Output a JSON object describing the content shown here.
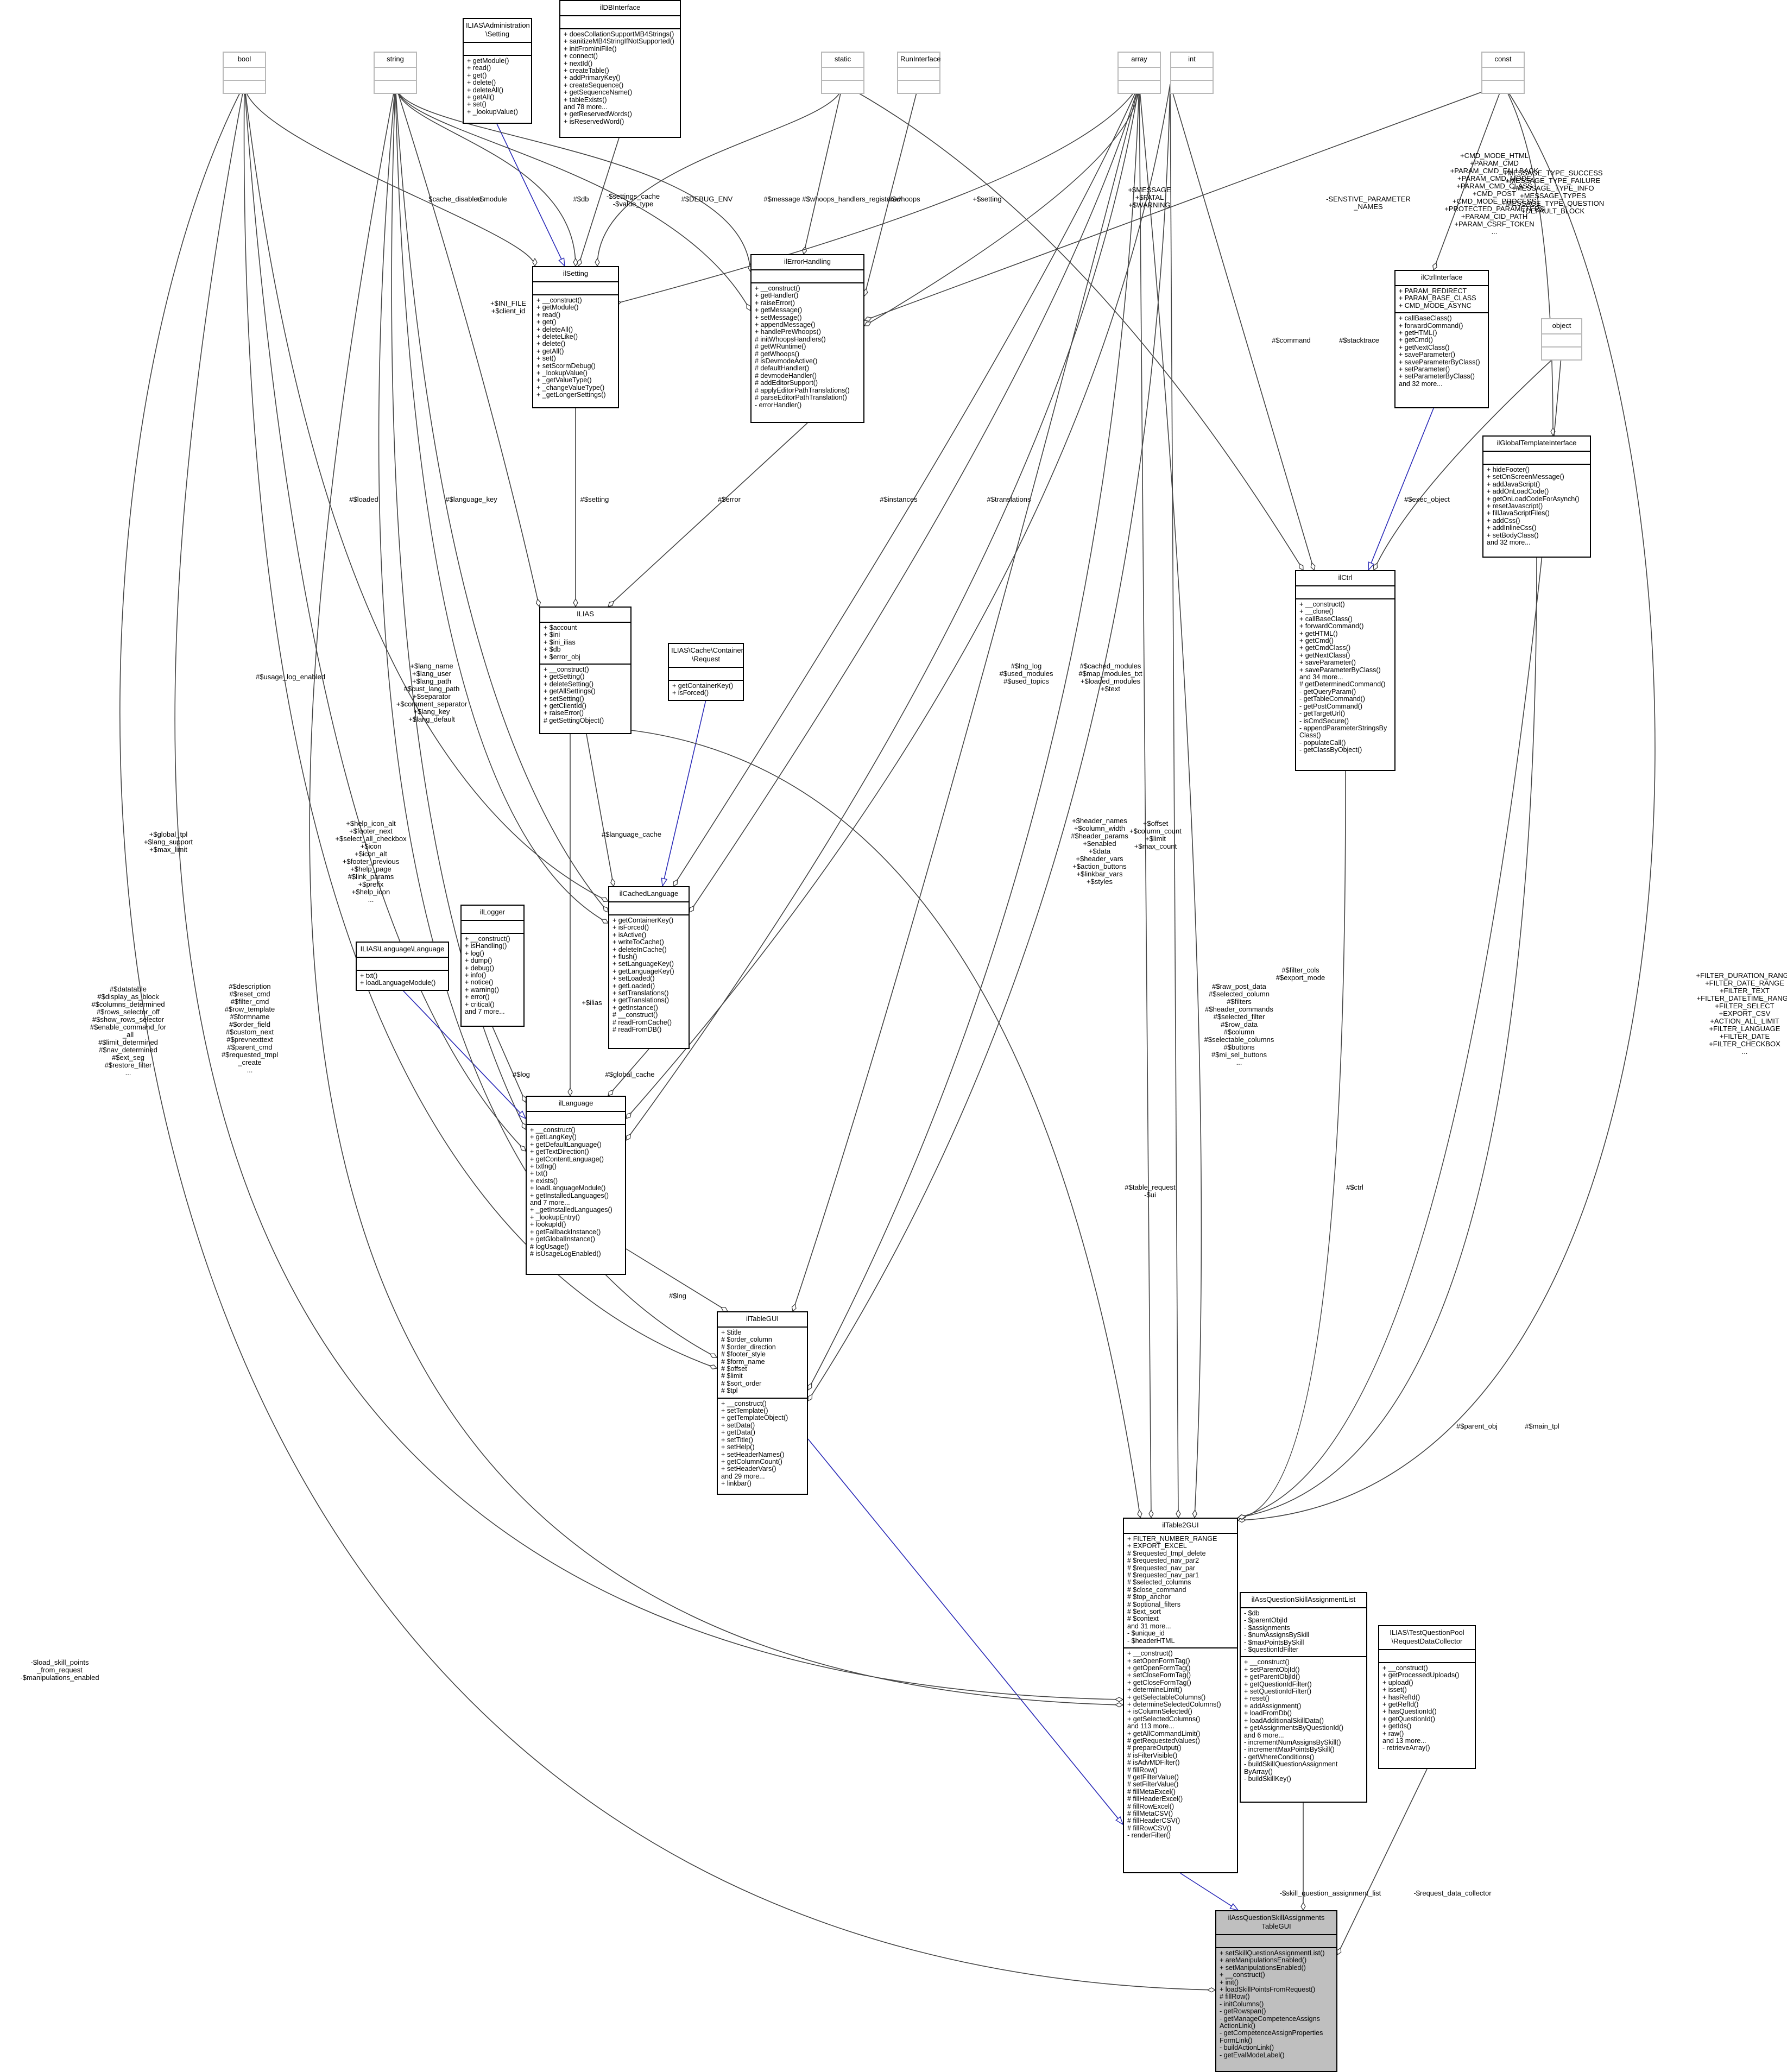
{
  "diagram": {
    "nodes": [
      {
        "id": "bool",
        "title": "bool",
        "grey": true,
        "attrs": [],
        "methods": []
      },
      {
        "id": "string",
        "title": "string",
        "grey": true,
        "attrs": [],
        "methods": []
      },
      {
        "id": "admin_setting",
        "title": "ILIAS\\Administration\n\\Setting",
        "attrs": [],
        "methods": [
          "+ getModule()",
          "+ read()",
          "+ get()",
          "+ delete()",
          "+ deleteAll()",
          "+ getAll()",
          "+ set()",
          "+ _lookupValue()"
        ]
      },
      {
        "id": "ildbinterface",
        "title": "ilDBInterface",
        "attrs": [],
        "methods": [
          "+ doesCollationSupportMB4Strings()",
          "+ sanitizeMB4StringIfNotSupported()",
          "+ initFromIniFile()",
          "+ connect()",
          "+ nextId()",
          "+ createTable()",
          "+ addPrimaryKey()",
          "+ createSequence()",
          "+ getSequenceName()",
          "+ tableExists()",
          "and 78 more...",
          "+ getReservedWords()",
          "+ isReservedWord()"
        ]
      },
      {
        "id": "static",
        "title": "static",
        "grey": true,
        "attrs": [],
        "methods": []
      },
      {
        "id": "runinterface",
        "title": "RunInterface",
        "grey": true,
        "attrs": [],
        "methods": []
      },
      {
        "id": "array",
        "title": "array",
        "grey": true,
        "attrs": [],
        "methods": []
      },
      {
        "id": "int",
        "title": "int",
        "grey": true,
        "attrs": [],
        "methods": []
      },
      {
        "id": "const",
        "title": "const",
        "grey": true,
        "attrs": [],
        "methods": []
      },
      {
        "id": "ilsetting",
        "title": "ilSetting",
        "attrs": [],
        "methods": [
          "+ __construct()",
          "+ getModule()",
          "+ read()",
          "+ get()",
          "+ deleteAll()",
          "+ deleteLike()",
          "+ delete()",
          "+ getAll()",
          "+ set()",
          "+ setScormDebug()",
          "+ _lookupValue()",
          "+ _getValueType()",
          "+ _changeValueType()",
          "+ _getLongerSettings()"
        ]
      },
      {
        "id": "ilerrorhandling",
        "title": "ilErrorHandling",
        "attrs": [],
        "methods": [
          "+ __construct()",
          "+ getHandler()",
          "+ raiseError()",
          "+ getMessage()",
          "+ setMessage()",
          "+ appendMessage()",
          "+ handlePreWhoops()",
          "# initWhoopsHandlers()",
          "# getWRuntime()",
          "# getWhoops()",
          "# isDevmodeActive()",
          "# defaultHandler()",
          "# devmodeHandler()",
          "# addEditorSupport()",
          "# applyEditorPathTranslations()",
          "# parseEditorPathTranslation()",
          "- errorHandler()"
        ]
      },
      {
        "id": "ilctrlinterface",
        "title": "ilCtrlInterface",
        "attrs": [
          "+ PARAM_REDIRECT",
          "+ PARAM_BASE_CLASS",
          "+ CMD_MODE_ASYNC"
        ],
        "methods": [
          "+ callBaseClass()",
          "+ forwardCommand()",
          "+ getHTML()",
          "+ getCmd()",
          "+ getNextClass()",
          "+ saveParameter()",
          "+ saveParameterByClass()",
          "+ setParameter()",
          "+ setParameterByClass()",
          "and 32 more..."
        ]
      },
      {
        "id": "object",
        "title": "object",
        "grey": true,
        "attrs": [],
        "methods": []
      },
      {
        "id": "ilglobaltemplateinterface",
        "title": "ilGlobalTemplateInterface",
        "attrs": [],
        "methods": [
          "+ hideFooter()",
          "+ setOnScreenMessage()",
          "+ addJavaScript()",
          "+ addOnLoadCode()",
          "+ getOnLoadCodeForAsynch()",
          "+ resetJavascript()",
          "+ fillJavaScriptFiles()",
          "+ addCss()",
          "+ addInlineCss()",
          "+ setBodyClass()",
          "and 32 more..."
        ]
      },
      {
        "id": "ilias",
        "title": "ILIAS",
        "attrs": [
          "+ $account",
          "+ $ini",
          "+ $ini_ilias",
          "+ $db",
          "+ $error_obj"
        ],
        "methods": [
          "+ __construct()",
          "+ getSetting()",
          "+ deleteSetting()",
          "+ getAllSettings()",
          "+ setSetting()",
          "+ getClientId()",
          "+ raiseError()",
          "# getSettingObject()"
        ]
      },
      {
        "id": "cache_request",
        "title": "ILIAS\\Cache\\Container\n\\Request",
        "attrs": [],
        "methods": [
          "+ getContainerKey()",
          "+ isForced()"
        ]
      },
      {
        "id": "ilctrl",
        "title": "ilCtrl",
        "attrs": [],
        "methods": [
          "+ __construct()",
          "+ __clone()",
          "+ callBaseClass()",
          "+ forwardCommand()",
          "+ getHTML()",
          "+ getCmd()",
          "+ getCmdClass()",
          "+ getNextClass()",
          "+ saveParameter()",
          "+ saveParameterByClass()",
          "and 34 more...",
          "# getDeterminedCommand()",
          "- getQueryParam()",
          "- getTableCommand()",
          "- getPostCommand()",
          "- getTargetUrl()",
          "- isCmdSecure()",
          "- appendParameterStringsBy",
          "Class()",
          "- populateCall()",
          "- getClassByObject()"
        ]
      },
      {
        "id": "ilcachedlanguage",
        "title": "ilCachedLanguage",
        "attrs": [],
        "methods": [
          "+ getContainerKey()",
          "+ isForced()",
          "+ isActive()",
          "+ writeToCache()",
          "+ deleteInCache()",
          "+ flush()",
          "+ setLanguageKey()",
          "+ getLanguageKey()",
          "+ setLoaded()",
          "+ getLoaded()",
          "+ setTranslations()",
          "+ getTranslations()",
          "+ getInstance()",
          "# __construct()",
          "# readFromCache()",
          "# readFromDB()"
        ]
      },
      {
        "id": "illogger",
        "title": "ilLogger",
        "attrs": [],
        "methods": [
          "+ __construct()",
          "+ isHandling()",
          "+ log()",
          "+ dump()",
          "+ debug()",
          "+ info()",
          "+ notice()",
          "+ warning()",
          "+ error()",
          "+ critical()",
          "and 7 more..."
        ]
      },
      {
        "id": "lang_language",
        "title": "ILIAS\\Language\\Language",
        "attrs": [],
        "methods": [
          "+ txt()",
          "+ loadLanguageModule()"
        ]
      },
      {
        "id": "illanguage",
        "title": "ilLanguage",
        "attrs": [],
        "methods": [
          "+ __construct()",
          "+ getLangKey()",
          "+ getDefaultLanguage()",
          "+ getTextDirection()",
          "+ getContentLanguage()",
          "+ txtlng()",
          "+ txt()",
          "+ exists()",
          "+ loadLanguageModule()",
          "+ getInstalledLanguages()",
          "and 7 more...",
          "+ _getInstalledLanguages()",
          "+ _lookupEntry()",
          "+ lookupId()",
          "+ getFallbackInstance()",
          "+ getGlobalInstance()",
          "# logUsage()",
          "# isUsageLogEnabled()"
        ]
      },
      {
        "id": "iltablegui",
        "title": "ilTableGUI",
        "attrs": [
          "+ $title",
          "# $order_column",
          "# $order_direction",
          "# $footer_style",
          "# $form_name",
          "# $offset",
          "# $limit",
          "# $sort_order",
          "# $tpl"
        ],
        "methods": [
          "+ __construct()",
          "+ setTemplate()",
          "+ getTemplateObject()",
          "+ setData()",
          "+ getData()",
          "+ setTitle()",
          "+ setHelp()",
          "+ setHeaderNames()",
          "+ getColumnCount()",
          "+ setHeaderVars()",
          "and 29 more...",
          "+ linkbar()"
        ]
      },
      {
        "id": "iltable2gui",
        "title": "ilTable2GUI",
        "attrs": [
          "+ FILTER_NUMBER_RANGE",
          "+ EXPORT_EXCEL",
          "# $requested_tmpl_delete",
          "# $requested_nav_par2",
          "# $requested_nav_par",
          "# $requested_nav_par1",
          "# $selected_columns",
          "# $close_command",
          "# $top_anchor",
          "# $optional_filters",
          "# $ext_sort",
          "# $context",
          "and 31 more...",
          "- $unique_id",
          "- $headerHTML"
        ],
        "methods": [
          "+ __construct()",
          "+ setOpenFormTag()",
          "+ getOpenFormTag()",
          "+ setCloseFormTag()",
          "+ getCloseFormTag()",
          "+ determineLimit()",
          "+ getSelectableColumns()",
          "+ determineSelectedColumns()",
          "+ isColumnSelected()",
          "+ getSelectedColumns()",
          "and 113 more...",
          "+ getAllCommandLimit()",
          "# getRequestedValues()",
          "# prepareOutput()",
          "# isFilterVisible()",
          "# isAdvMDFilter()",
          "# fillRow()",
          "# getFilterValue()",
          "# setFilterValue()",
          "# fillMetaExcel()",
          "# fillHeaderExcel()",
          "# fillRowExcel()",
          "# fillMetaCSV()",
          "# fillHeaderCSV()",
          "# fillRowCSV()",
          "- renderFilter()"
        ]
      },
      {
        "id": "ilassqsalist",
        "title": "ilAssQuestionSkillAssignmentList",
        "attrs": [
          "- $db",
          "- $parentObjId",
          "- $assignments",
          "- $numAssignsBySkill",
          "- $maxPointsBySkill",
          "- $questionIdFilter"
        ],
        "methods": [
          "+ __construct()",
          "+ setParentObjId()",
          "+ getParentObjId()",
          "+ getQuestionIdFilter()",
          "+ setQuestionIdFilter()",
          "+ reset()",
          "+ addAssignment()",
          "+ loadFromDb()",
          "+ loadAdditionalSkillData()",
          "+ getAssignmentsByQuestionId()",
          "and 6 more...",
          "- incrementNumAssignsBySkill()",
          "- incrementMaxPointsBySkill()",
          "- getWhereConditions()",
          "- buildSkillQuestionAssignment",
          "ByArray()",
          "- buildSkillKey()"
        ]
      },
      {
        "id": "reqcollector",
        "title": "ILIAS\\TestQuestionPool\n\\RequestDataCollector",
        "attrs": [],
        "methods": [
          "+ __construct()",
          "+ getProcessedUploads()",
          "+ upload()",
          "+ isset()",
          "+ hasRefId()",
          "+ getRefId()",
          "+ hasQuestionId()",
          "+ getQuestionId()",
          "+ getIds()",
          "+ raw()",
          "and 13 more...",
          "- retrieveArray()"
        ]
      },
      {
        "id": "ilassqsatablegui",
        "title": "ilAssQuestionSkillAssignments\nTableGUI",
        "focus": true,
        "attrs": [],
        "methods": [
          "+ setSkillQuestionAssignmentList()",
          "+ areManipulationsEnabled()",
          "+ setManipulationsEnabled()",
          "+ __construct()",
          "+ init()",
          "+ loadSkillPointsFromRequest()",
          "# fillRow()",
          "- initColumns()",
          "- getRowspan()",
          "- getManageCompetenceAssigns",
          "ActionLink()",
          "- getCompetenceAssignProperties",
          "FormLink()",
          "- buildActionLink()",
          "- getEvalModeLabel()"
        ]
      }
    ],
    "edge_labels": [
      {
        "id": "e1",
        "text": "$cache_disabled"
      },
      {
        "id": "e2",
        "text": "+$module"
      },
      {
        "id": "e3",
        "text": "#$db"
      },
      {
        "id": "e4",
        "text": "-$settings_cache\n-$value_type"
      },
      {
        "id": "e5",
        "text": "#$DEBUG_ENV"
      },
      {
        "id": "e6",
        "text": "#$message"
      },
      {
        "id": "e7",
        "text": "#$whoops_handlers_registered"
      },
      {
        "id": "e8",
        "text": "#$whoops"
      },
      {
        "id": "e9",
        "text": "+$setting"
      },
      {
        "id": "e10",
        "text": "+$MESSAGE\n+$FATAL\n+$WARNING"
      },
      {
        "id": "e11",
        "text": "-SENSTIVE_PARAMETER\n_NAMES"
      },
      {
        "id": "e12",
        "text": "+CMD_MODE_HTML\n+PARAM_CMD\n+PARAM_CMD_FALLBACK\n+PARAM_CMD_MODE\n+PARAM_CMD_CLASS\n+CMD_POST\n+CMD_MODE_PROCESS\n+PROTECTED_PARAMETERS\n+PARAM_CID_PATH\n+PARAM_CSRF_TOKEN\n..."
      },
      {
        "id": "e13",
        "text": "+MESSAGE_TYPE_SUCCESS\n+MESSAGE_TYPE_FAILURE\n+MESSAGE_TYPE_INFO\n+MESSAGE_TYPES\n+MESSAGE_TYPE_QUESTION\n+DEFAULT_BLOCK"
      },
      {
        "id": "e14",
        "text": "+$INI_FILE\n+$client_id"
      },
      {
        "id": "e15",
        "text": "#$setting"
      },
      {
        "id": "e16",
        "text": "#$error"
      },
      {
        "id": "e17",
        "text": "#$instances"
      },
      {
        "id": "e18",
        "text": "#$translations"
      },
      {
        "id": "e19",
        "text": "#$command"
      },
      {
        "id": "e20",
        "text": "#$stacktrace"
      },
      {
        "id": "e21",
        "text": "#$exec_object"
      },
      {
        "id": "e22",
        "text": "#$loaded"
      },
      {
        "id": "e23",
        "text": "#$language_key"
      },
      {
        "id": "e24",
        "text": "+$lang_name\n+$lang_user\n+$lang_path\n#$cust_lang_path\n+$separator\n+$comment_separator\n+$lang_key\n+$lang_default"
      },
      {
        "id": "e25",
        "text": "#$usage_log_enabled"
      },
      {
        "id": "e26",
        "text": "#$language_cache"
      },
      {
        "id": "e27",
        "text": "#$lng_log\n#$used_modules\n#$used_topics"
      },
      {
        "id": "e28",
        "text": "#$cached_modules\n#$map_modules_txt\n+$loaded_modules\n+$text"
      },
      {
        "id": "e29",
        "text": "+$help_icon_alt\n+$footer_next\n+$select_all_checkbox\n+$icon\n+$icon_alt\n+$footer_previous\n+$help_page\n#$link_params\n+$prefix\n+$help_icon\n..."
      },
      {
        "id": "e30",
        "text": "+$global_tpl\n+$lang_support\n+$max_limit"
      },
      {
        "id": "e31",
        "text": "+$ilias"
      },
      {
        "id": "e32",
        "text": "+$header_names\n+$column_width\n#$header_params\n+$enabled\n+$data\n+$header_vars\n+$action_buttons\n+$linkbar_vars\n+$styles"
      },
      {
        "id": "e33",
        "text": "+$offset\n+$column_count\n+$limit\n+$max_count"
      },
      {
        "id": "e34",
        "text": "#$datatable\n#$display_as_block\n#$columns_determined\n#$rows_selector_off\n#$show_rows_selector\n#$enable_command_for\n_all\n#$limit_determined\n#$nav_determined\n#$ext_seg\n#$restore_filter\n..."
      },
      {
        "id": "e35",
        "text": "#$description\n#$reset_cmd\n#$filter_cmd\n#$row_template\n#$formname\n#$order_field\n#$custom_next\n#$prevnexttext\n#$parent_cmd\n#$requested_tmpl\n_create\n..."
      },
      {
        "id": "e36",
        "text": "#$raw_post_data\n#$selected_column\n#$filters\n#$header_commands\n#$selected_filter\n#$row_data\n#$column\n#$selectable_columns\n#$buttons\n#$mi_sel_buttons\n..."
      },
      {
        "id": "e37",
        "text": "#$filter_cols\n#$export_mode"
      },
      {
        "id": "e38",
        "text": "+FILTER_DURATION_RANGE\n+FILTER_DATE_RANGE\n+FILTER_TEXT\n+FILTER_DATETIME_RANGE\n+FILTER_SELECT\n+EXPORT_CSV\n+ACTION_ALL_LIMIT\n+FILTER_LANGUAGE\n+FILTER_DATE\n+FILTER_CHECKBOX\n..."
      },
      {
        "id": "e39",
        "text": "#$log"
      },
      {
        "id": "e40",
        "text": "#$global_cache"
      },
      {
        "id": "e41",
        "text": "#$lng"
      },
      {
        "id": "e42",
        "text": "#$table_request\n-$ui"
      },
      {
        "id": "e43",
        "text": "#$ctrl"
      },
      {
        "id": "e44",
        "text": "#$parent_obj"
      },
      {
        "id": "e45",
        "text": "#$main_tpl"
      },
      {
        "id": "e46",
        "text": "-$load_skill_points\n_from_request\n-$manipulations_enabled"
      },
      {
        "id": "e47",
        "text": "-$skill_question_assignment_list"
      },
      {
        "id": "e48",
        "text": "-$request_data_collector"
      }
    ]
  }
}
